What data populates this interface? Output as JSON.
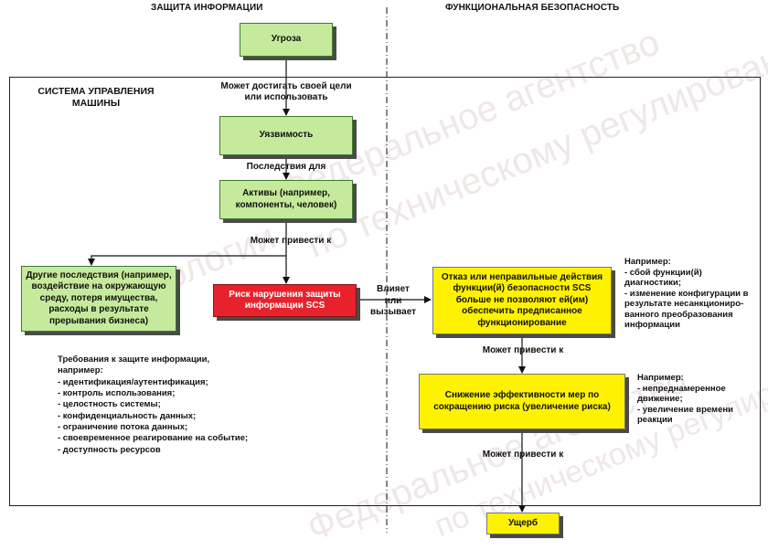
{
  "headers": {
    "left": "ЗАЩИТА ИНФОРМАЦИИ",
    "right": "ФУНКЦИОНАЛЬНАЯ БЕЗОПАСНОСТЬ"
  },
  "system_label": [
    "СИСТЕМА УПРАВЛЕНИЯ",
    "МАШИНЫ"
  ],
  "boxes": {
    "threat": "Угроза",
    "vulnerability": "Уязвимость",
    "assets": [
      "Активы (например,",
      "компоненты, человек)"
    ],
    "other_consequences": [
      "Другие последствия (например,",
      "воздействие на окружающую",
      "среду, потеря имущества,",
      "расходы в результате",
      "прерывания бизнеса)"
    ],
    "security_risk": [
      "Риск нарушения защиты",
      "информации SCS"
    ],
    "failure": [
      "Отказ или неправильные действия",
      "функции(й) безопасности SCS",
      "больше не позволяют ей(им)",
      "обеспечить предписанное",
      "функционирование"
    ],
    "risk_reduction": [
      "Снижение эффективности мер по",
      "сокращению риска (увеличение риска)"
    ],
    "harm": "Ущерб"
  },
  "labels": {
    "can_reach": [
      "Может достигать своей цели",
      "или использовать"
    ],
    "consequences_for": "Последствия для",
    "can_lead_1": "Может привести к",
    "influences": [
      "Влияет",
      "или",
      "вызывает"
    ],
    "can_lead_2": "Может привести к",
    "can_lead_3": "Может привести к"
  },
  "notes": {
    "failure_examples": [
      "Например:",
      "- сбой функции(й)",
      "диагностики;",
      "- изменение конфигурации в",
      "результате несанкциониро-",
      "ванного преобразования",
      "информации"
    ],
    "risk_examples": [
      "Например:",
      "- непреднамеренное",
      "движение;",
      "- увеличение времени",
      "реакции"
    ]
  },
  "requirements": [
    "Требования к защите информации,",
    "например:",
    "- идентификация/аутентификация;",
    "- контроль использования;",
    "- целостность системы;",
    "- конфиденциальность данных;",
    "- ограничение потока данных;",
    "- своевременное реагирование на событие;",
    "- доступность ресурсов"
  ],
  "watermarks": [
    "Федеральное агентство",
    "по техническому регулированию",
    "и метрологии",
    "Федеральное агентство",
    "по техническому регулированию"
  ],
  "colors": {
    "green": "#c5ea9b",
    "yellow": "#fff200",
    "red": "#e8222c"
  }
}
